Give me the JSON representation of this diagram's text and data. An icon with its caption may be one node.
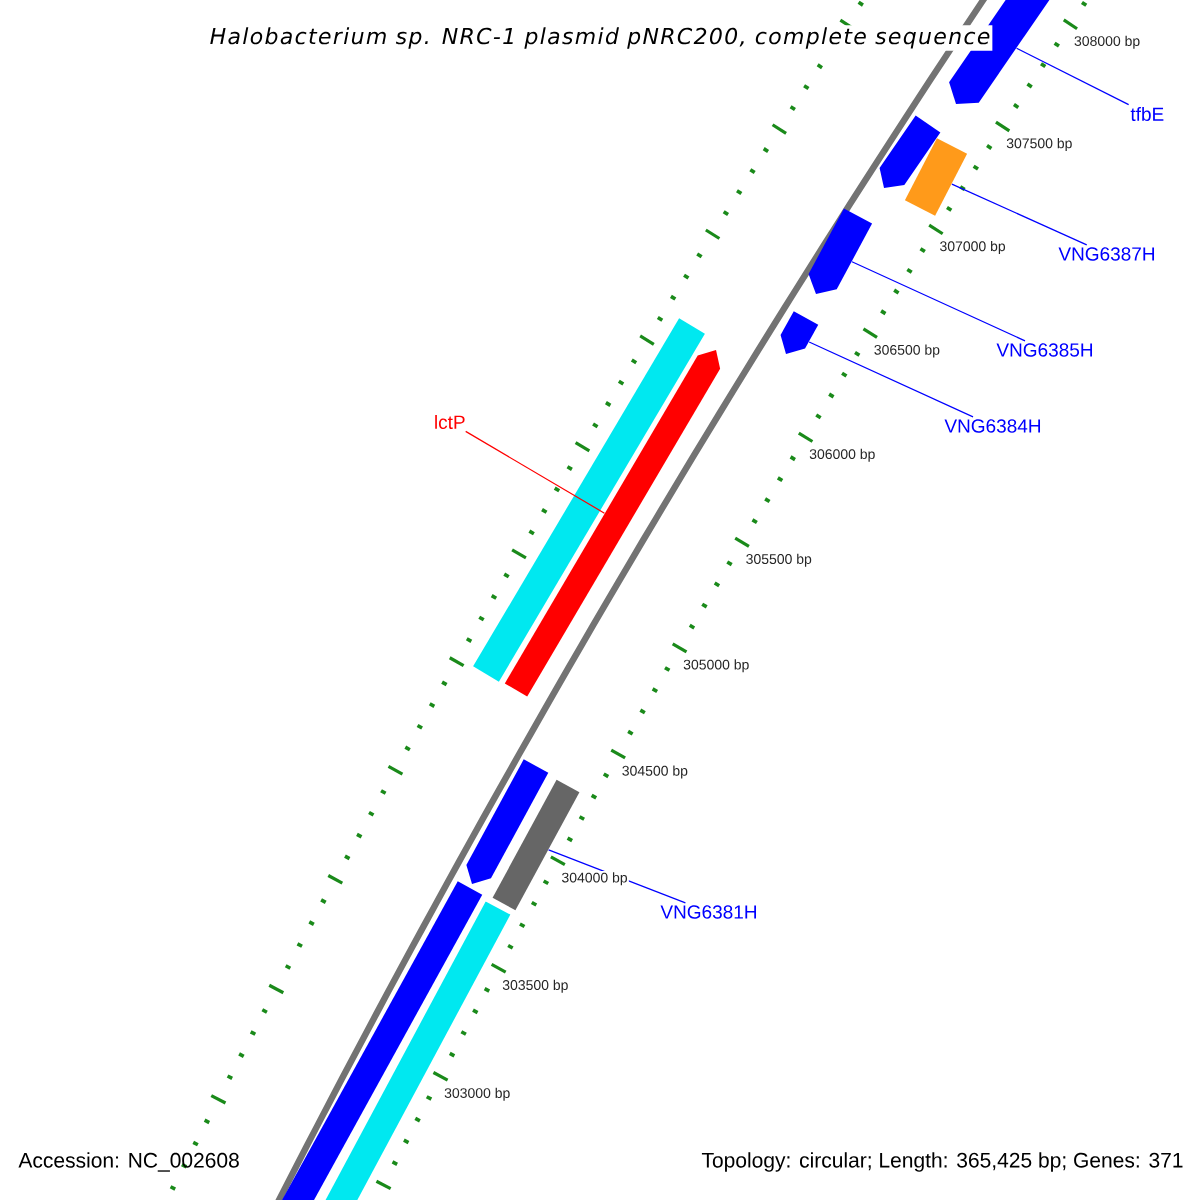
{
  "diagram": {
    "title": "Halobacterium sp. NRC-1 plasmid pNRC200, complete sequence",
    "nodes": [
      {
        "text": [
          "tfbE"
        ]
      },
      {
        "text": [
          "VNG6387H"
        ]
      },
      {
        "text": [
          "VNG6385H"
        ]
      },
      {
        "text": [
          "VNG6384H"
        ]
      },
      {
        "text": [
          "lctP"
        ]
      },
      {
        "text": [
          "VNG6381H"
        ]
      },
      {
        "text": [],
        "shape": "bar"
      },
      {
        "text": [],
        "shape": "bar"
      },
      {
        "text": [],
        "shape": "bar"
      },
      {
        "text": [],
        "shape": "bar"
      },
      {
        "text": [],
        "shape": "bar"
      },
      {
        "text": [],
        "shape": "bar"
      },
      {
        "text": [],
        "shape": "bar"
      },
      {
        "text": [],
        "shape": "bar"
      },
      {
        "text": [],
        "shape": "bar"
      },
      {
        "text": [],
        "shape": "bar"
      },
      {
        "text": [],
        "shape": "bar"
      }
    ],
    "edges": [
      {
        "from": 0,
        "to": 6,
        "arrow": "none"
      },
      {
        "from": 1,
        "to": 8,
        "arrow": "none"
      },
      {
        "from": 2,
        "to": 9,
        "arrow": "none"
      },
      {
        "from": 3,
        "to": 10,
        "arrow": "none"
      },
      {
        "from": 4,
        "to": 12,
        "arrow": "none",
        "color": "#ff0000"
      },
      {
        "from": 5,
        "to": 14,
        "arrow": "none"
      }
    ],
    "labels": [
      "308000 bp",
      "307500 bp",
      "307000 bp",
      "306500 bp",
      "306000 bp",
      "305500 bp",
      "305000 bp",
      "304500 bp",
      "304000 bp",
      "303500 bp",
      "303000 bp",
      "Accession: NC_002608",
      "Topology: circular; Length: 365,425 bp; Genes: 371"
    ]
  }
}
